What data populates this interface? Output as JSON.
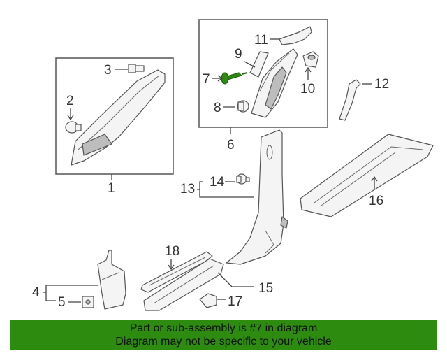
{
  "callouts": {
    "c1": "1",
    "c2": "2",
    "c3": "3",
    "c4": "4",
    "c5": "5",
    "c6": "6",
    "c7": "7",
    "c8": "8",
    "c9": "9",
    "c10": "10",
    "c11": "11",
    "c12": "12",
    "c13": "13",
    "c14": "14",
    "c15": "15",
    "c16": "16",
    "c17": "17",
    "c18": "18"
  },
  "highlighted_part": "7",
  "colors": {
    "highlight": "#2d8b0f",
    "banner": "#2d8b0f"
  },
  "banner": {
    "line1": "Part or sub-assembly is #7 in diagram",
    "line2": "Diagram may not be specific to your vehicle"
  }
}
